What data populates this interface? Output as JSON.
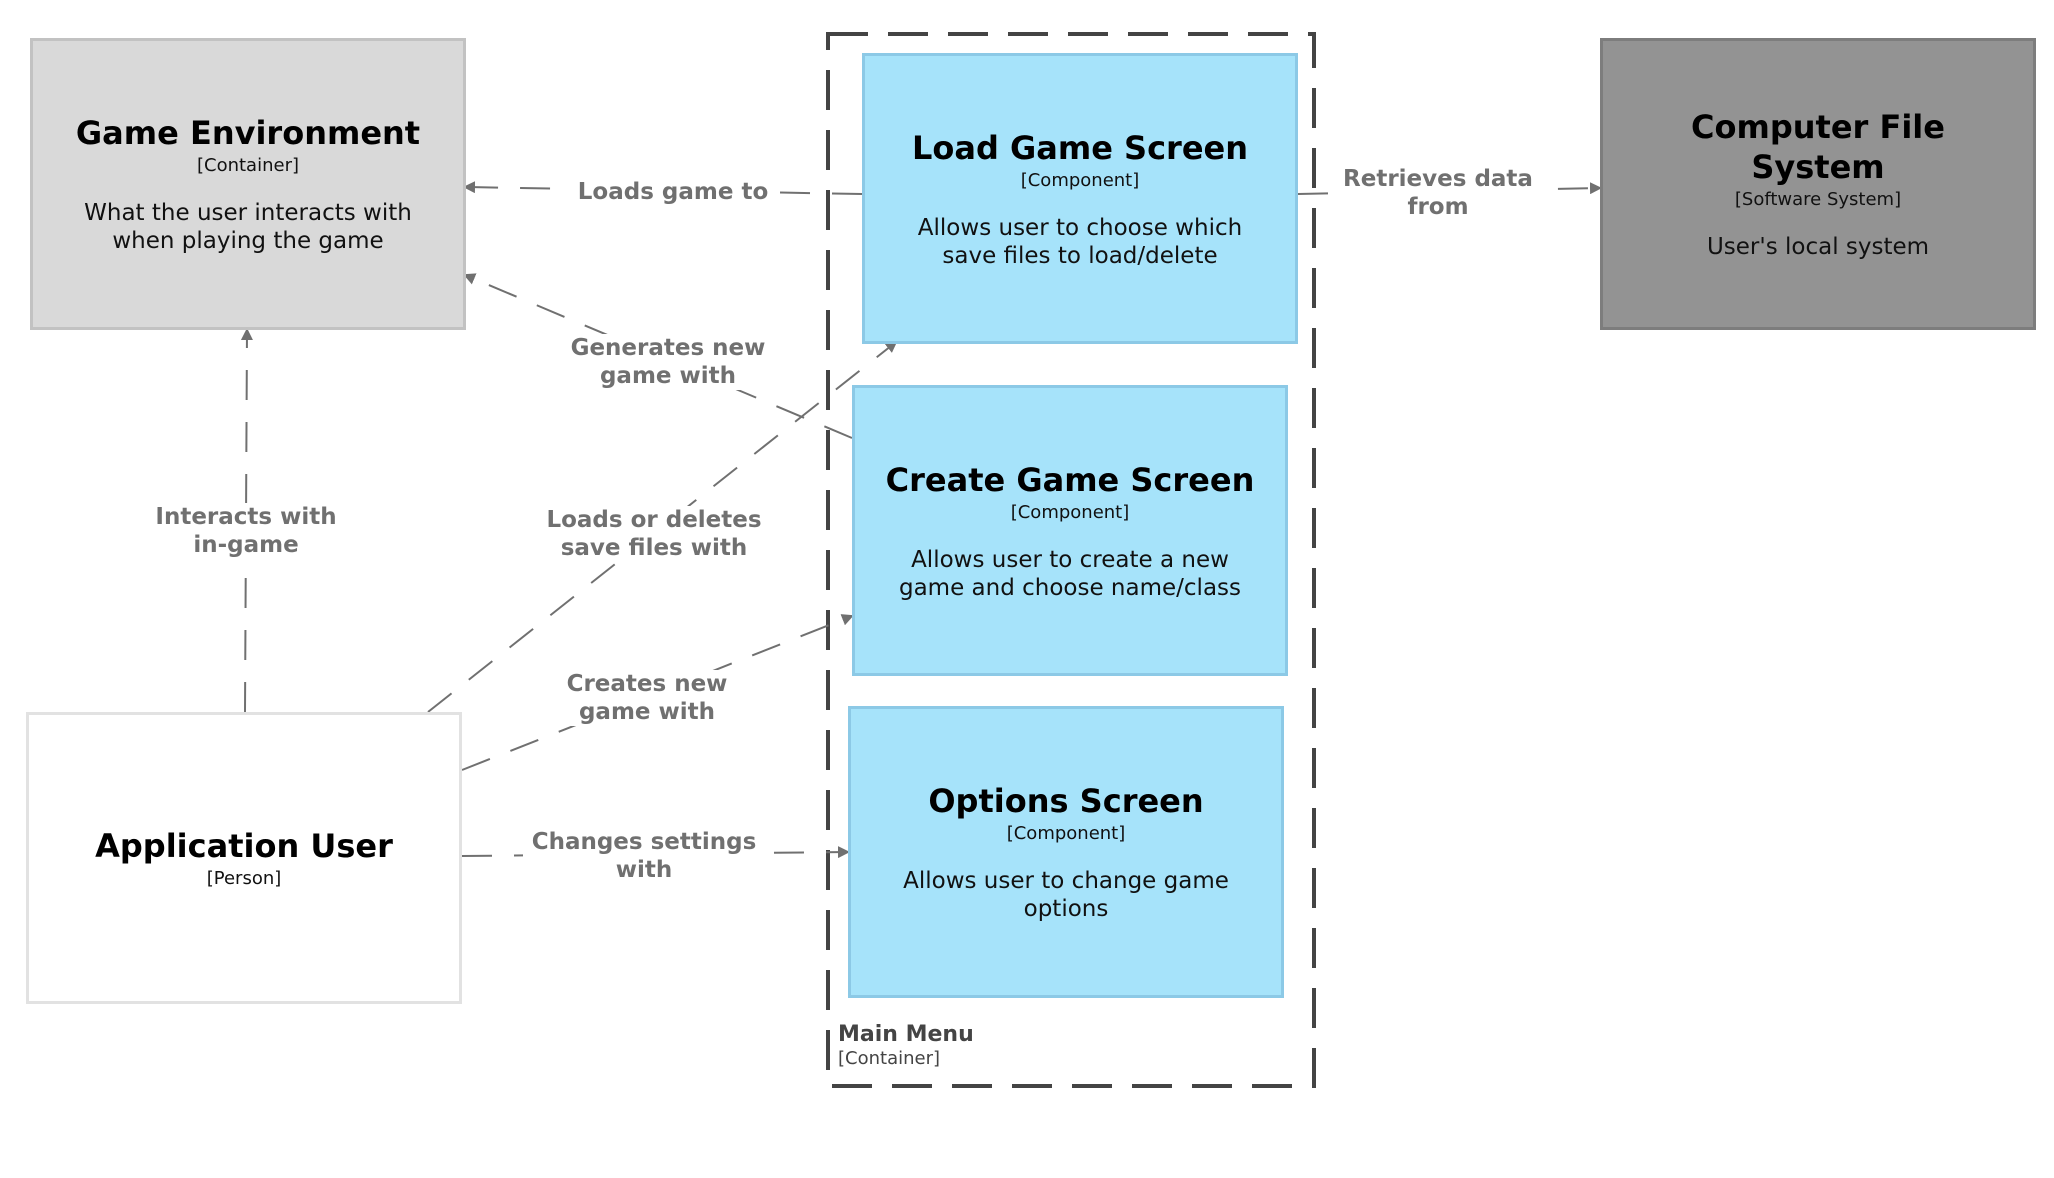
{
  "boundary": {
    "title": "Main Menu",
    "kind": "[Container]"
  },
  "nodes": {
    "game_env": {
      "title": "Game Environment",
      "kind": "[Container]",
      "desc": "What the user interacts with when playing the game"
    },
    "load_game": {
      "title": "Load Game Screen",
      "kind": "[Component]",
      "desc": "Allows user to choose which save files to load/delete"
    },
    "create_game": {
      "title": "Create Game Screen",
      "kind": "[Component]",
      "desc": "Allows user to create a new game and choose name/class"
    },
    "options": {
      "title": "Options Screen",
      "kind": "[Component]",
      "desc": "Allows user to change game options"
    },
    "file_system": {
      "title": "Computer File System",
      "kind": "[Software System]",
      "desc": "User's local system"
    },
    "app_user": {
      "title": "Application User",
      "kind": "[Person]",
      "desc": ""
    }
  },
  "edges": {
    "loads_game_to": "Loads game to",
    "generates_new_game_with": "Generates new game with",
    "interacts_with_in_game": "Interacts with in-game",
    "loads_or_deletes_save_files_with": "Loads or deletes save files with",
    "creates_new_game_with": "Creates new game with",
    "changes_settings_with": "Changes settings with",
    "retrieves_data_from": "Retrieves data from"
  },
  "colors": {
    "component_fill": "#a6e3fa",
    "container_fill": "#d9d9d9",
    "software_system_fill": "#939393",
    "person_fill": "#ffffff",
    "edge": "#707070",
    "boundary": "#444444"
  }
}
